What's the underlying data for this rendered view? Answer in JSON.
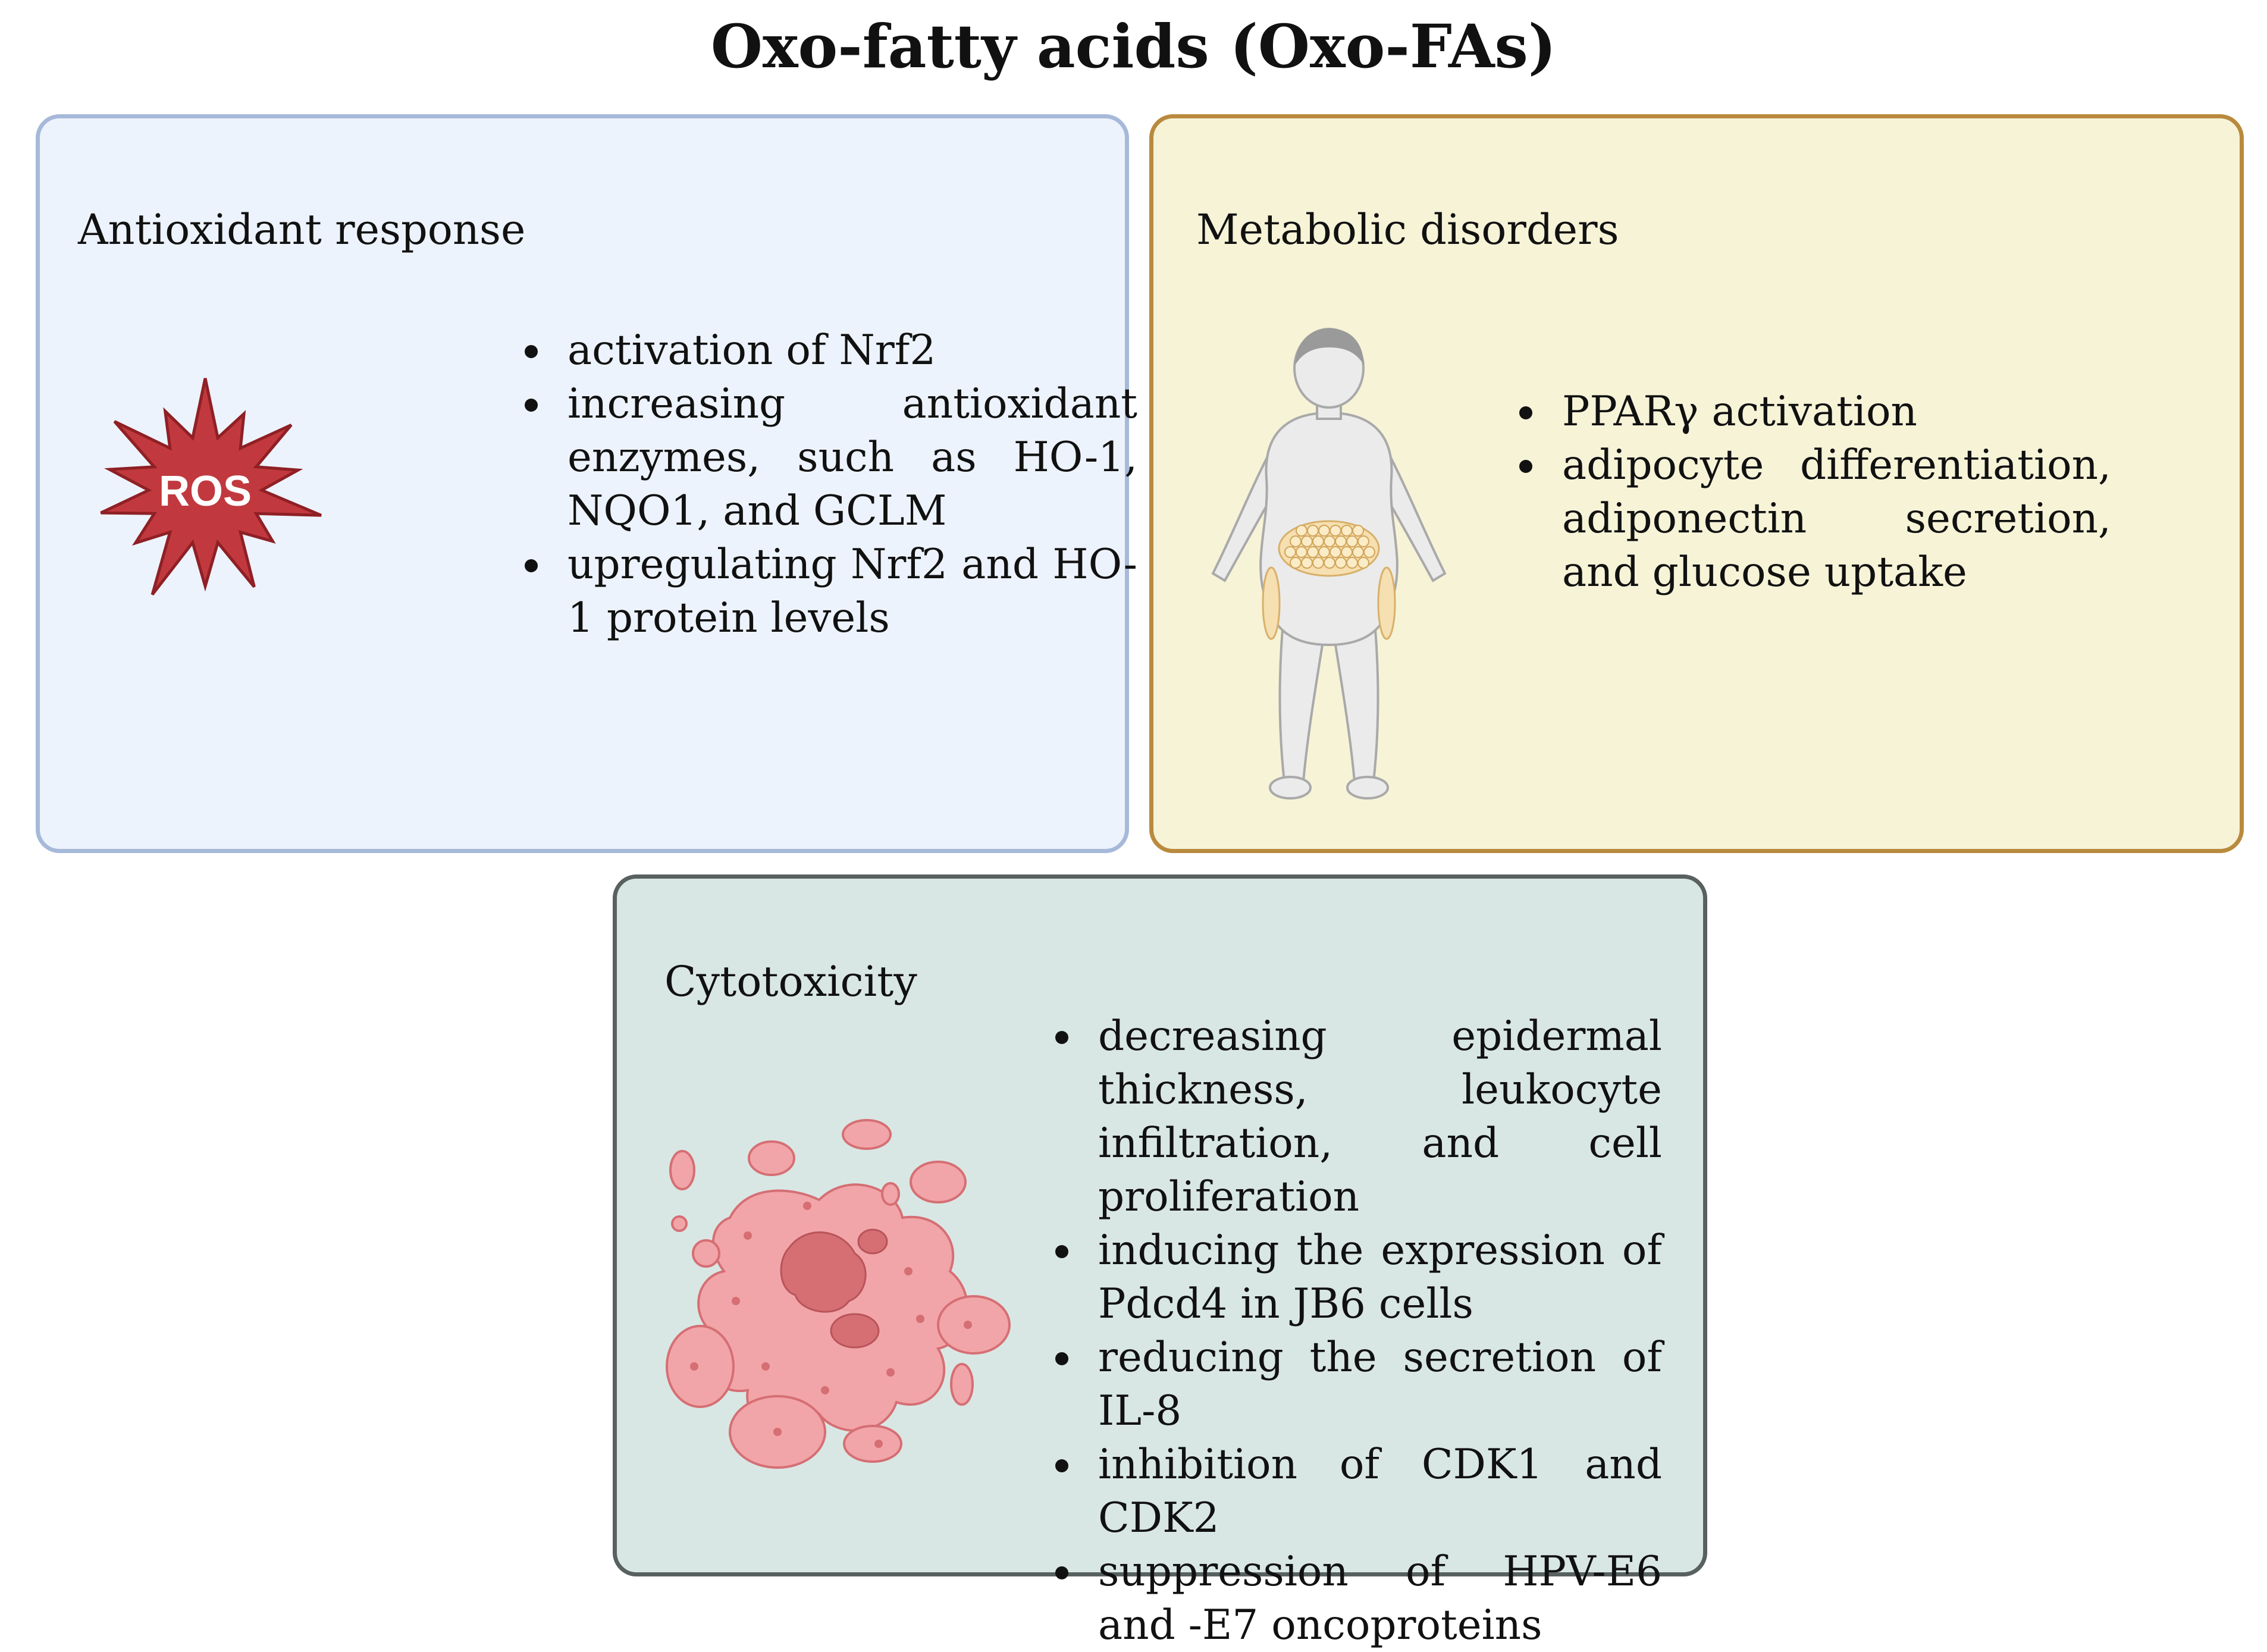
{
  "title": "Oxo-fatty acids (Oxo-FAs)",
  "colors": {
    "antioxidant_bg": "#edf3fc",
    "antioxidant_border": "#a6b9d9",
    "metabolic_bg": "#f6f3d7",
    "metabolic_border": "#b98a3e",
    "cytotoxicity_bg": "#d9e7e4",
    "cytotoxicity_border": "#58615f",
    "ros_fill": "#c1393e",
    "cell_fill": "#f2a5a8",
    "cell_nucleus": "#d56f74"
  },
  "panels": {
    "antioxidant": {
      "title": "Antioxidant response",
      "icon": "ros-starburst-icon",
      "icon_label": "ROS",
      "bullets": [
        "activation of Nrf2",
        "increasing antioxidant enzymes, such as HO-1, NQO1, and GCLM",
        "upregulating Nrf2 and HO-1 protein levels"
      ]
    },
    "metabolic": {
      "title": "Metabolic disorders",
      "icon": "obese-person-icon",
      "bullets": [
        "PPARγ activation",
        "adipocyte differentiation, adiponectin secretion, and glucose uptake"
      ]
    },
    "cytotoxicity": {
      "title": "Cytotoxicity",
      "icon": "cell-cluster-icon",
      "bullets": [
        "decreasing epidermal thickness, leukocyte infiltration, and cell proliferation",
        "inducing the expression of Pdcd4 in JB6 cells",
        "reducing the secretion of IL-8",
        "inhibition of CDK1 and CDK2",
        "suppression of HPV-E6 and -E7 oncoproteins"
      ]
    }
  }
}
